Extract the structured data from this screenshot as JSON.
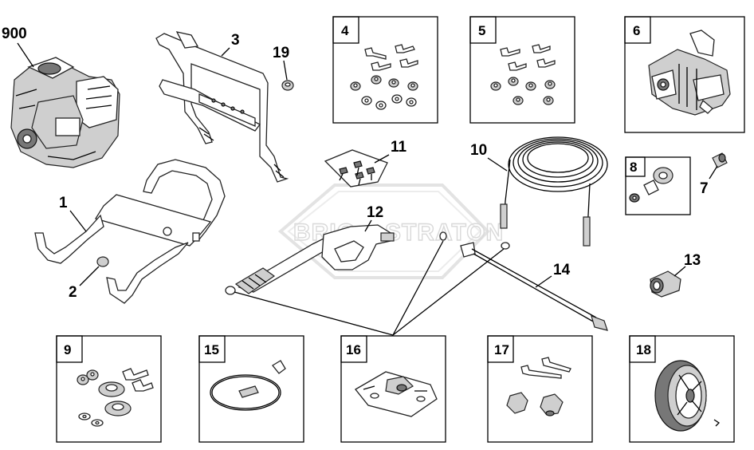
{
  "watermark": {
    "left": "BRIG",
    "right": "STRATON"
  },
  "callouts": {
    "engine": "900",
    "frame": "3",
    "collar": "19",
    "base": "1",
    "cap": "2",
    "fitting": "7",
    "hose": "10",
    "decal_clips": "11",
    "gun": "12",
    "adapter": "13",
    "wand": "14"
  },
  "boxes": {
    "bolts_set_a": "4",
    "bolts_set_b": "5",
    "pump": "6",
    "quick_connect": "8",
    "wheel_hardware": "9",
    "oring_kit": "15",
    "hardware_bag": "16",
    "knob_bolts": "17",
    "wheel": "18"
  }
}
